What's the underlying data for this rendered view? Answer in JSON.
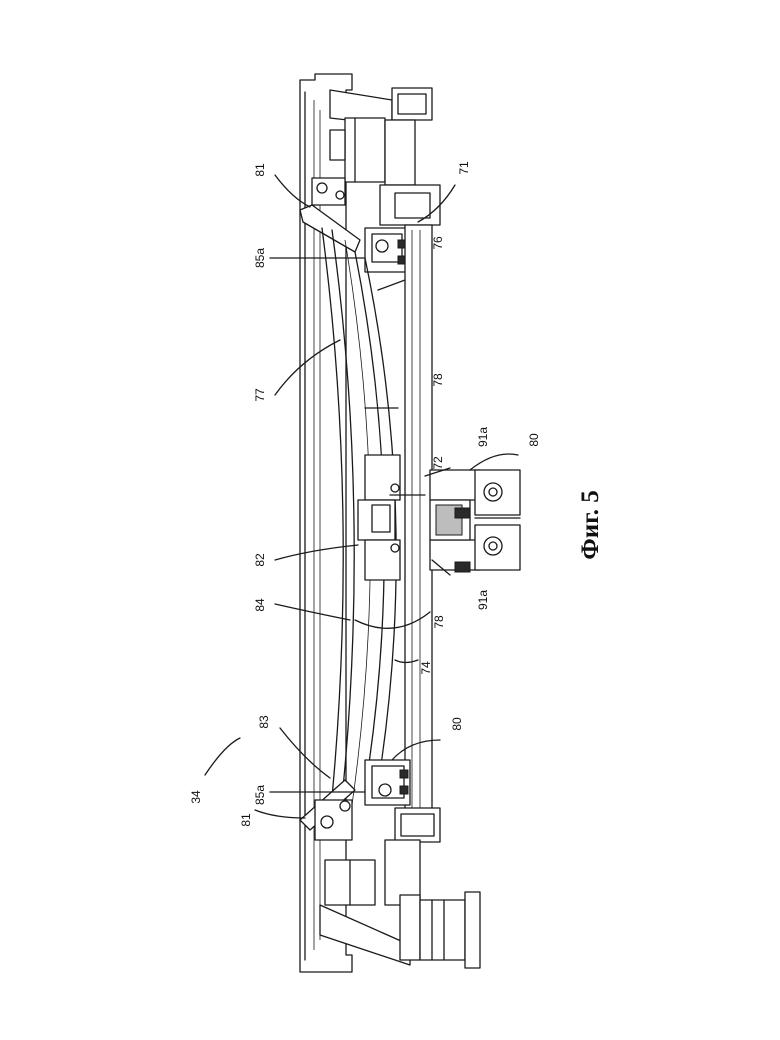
{
  "figure": {
    "caption": "Фиг. 5",
    "labels": {
      "l34": "34",
      "l71": "71",
      "l72": "72",
      "l74": "74",
      "l76": "76",
      "l77": "77",
      "l78_upper": "78",
      "l78_lower": "78",
      "l80_upper": "80",
      "l80_lower": "80",
      "l81_upper": "81",
      "l81_lower": "81",
      "l82": "82",
      "l83": "83",
      "l84": "84",
      "l85a_upper": "85a",
      "l85a_lower": "85a",
      "l91a_upper": "91a",
      "l91a_lower": "91a"
    }
  }
}
